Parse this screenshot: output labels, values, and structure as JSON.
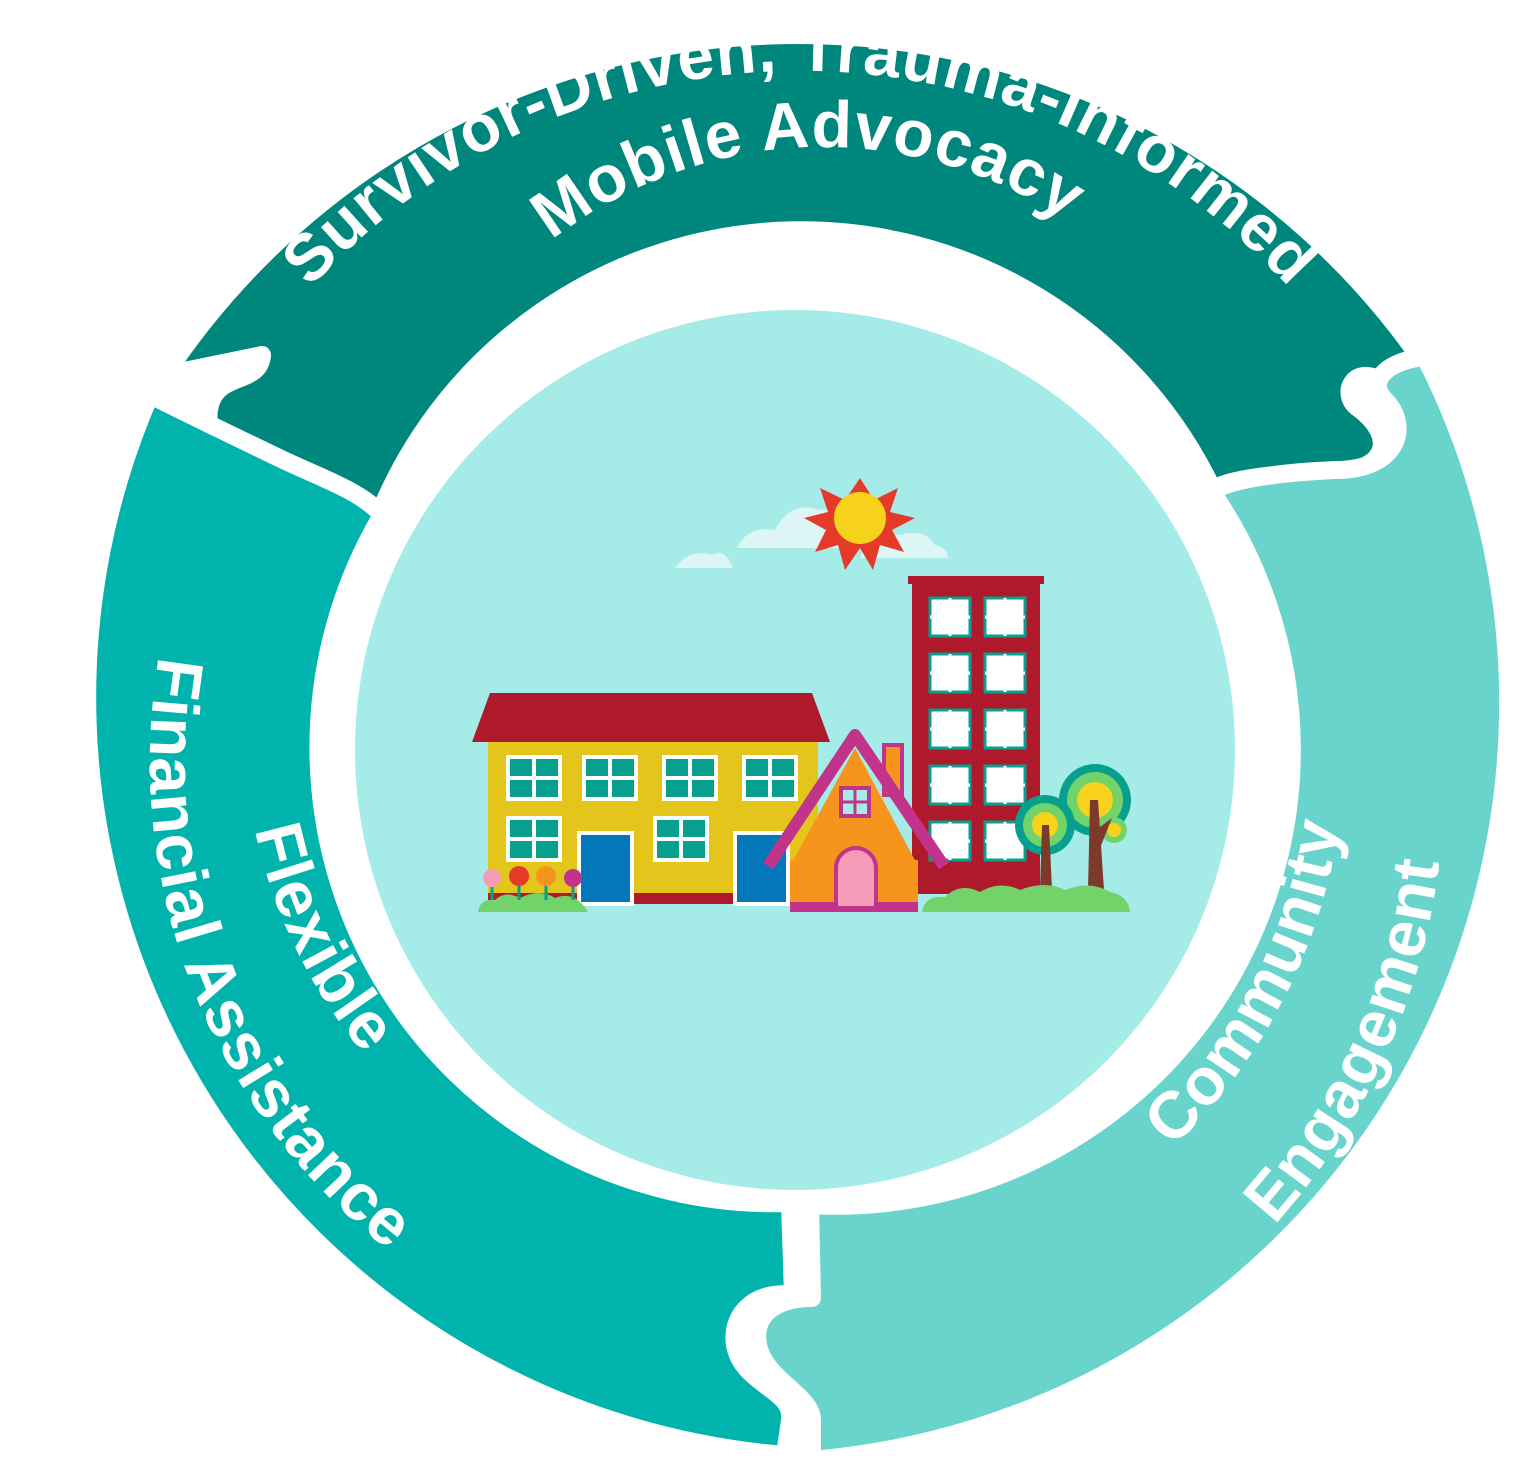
{
  "diagram": {
    "segments": [
      {
        "id": "mobile-advocacy",
        "lines": [
          "Survivor-Driven, Trauma-Informed",
          "Mobile Advocacy"
        ],
        "color": "#00877D"
      },
      {
        "id": "financial-assistance",
        "lines": [
          "Flexible",
          "Financial Assistance"
        ],
        "color": "#00B3AC"
      },
      {
        "id": "community-engagement",
        "lines": [
          "Community",
          "Engagement"
        ],
        "color": "#68D4CC"
      }
    ],
    "center": {
      "description": "",
      "colors": {
        "background": "#A5ECE8",
        "sky_detail": "#DDF5F4",
        "roof": "#AE1A2C",
        "tower": "#AE1A2C",
        "building_yellow": "#E3C51C",
        "house_orange": "#F6951E",
        "house_trim": "#C2348C",
        "door_blue": "#0477BB",
        "window_green": "#07A08E",
        "grass": "#72D36A",
        "sun": "#F7D21B",
        "sun_rays": "#E53A2A"
      }
    }
  }
}
